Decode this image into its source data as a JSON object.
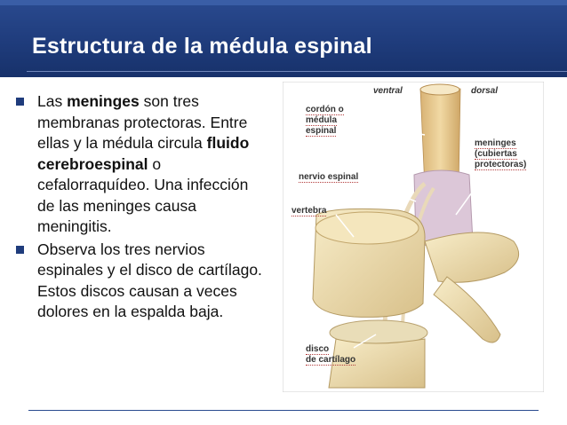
{
  "slide": {
    "title": "Estructura de la médula espinal",
    "bullets": [
      {
        "parts": [
          "Las ",
          "meninges",
          " son tres membranas protectoras. Entre ellas y la médula circula ",
          "fluido cerebroespinal",
          " o cefalorraquídeo. Una infección de las meninges causa meningitis."
        ]
      },
      {
        "parts": [
          "Observa los tres nervios espinales y el disco de cartílago. Estos discos causan a veces dolores en la espalda baja."
        ]
      }
    ]
  },
  "figure": {
    "labels": {
      "ventral": "ventral",
      "dorsal": "dorsal",
      "cordon_1": "cordón o",
      "cordon_2": "médula",
      "cordon_3": "espinal",
      "meninges_1": "meninges",
      "meninges_2": "(cubiertas",
      "meninges_3": "protectoras)",
      "nervio": "nervio espinal",
      "vertebra": "vertebra",
      "disco_1": "disco",
      "disco_2": "de cartílago"
    }
  },
  "colors": {
    "header": "#1f3c7c",
    "accent": "#2a4a8f",
    "bone": "#efe0b4",
    "cord": "#e8c98c",
    "meninges": "#d9c3d2"
  }
}
